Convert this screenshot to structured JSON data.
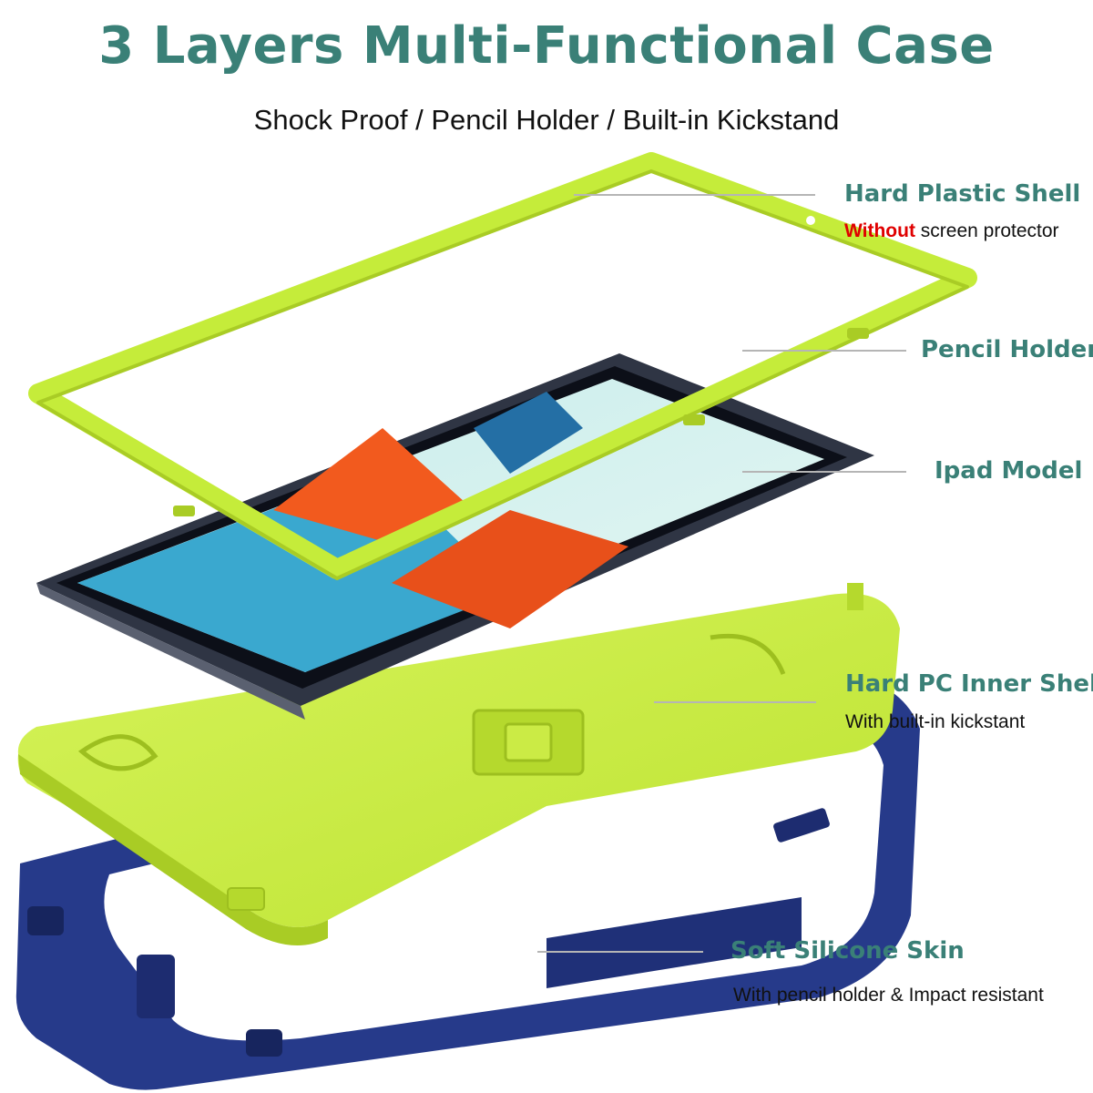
{
  "header": {
    "title": "3 Layers Multi-Functional Case",
    "subtitle": "Shock Proof / Pencil Holder / Built-in Kickstand"
  },
  "callouts": {
    "hard_plastic_shell": {
      "label": "Hard Plastic Shell",
      "note_warning": "Without",
      "note_rest": " screen protector"
    },
    "pencil_holder": {
      "label": "Pencil Holder"
    },
    "ipad_model": {
      "label": "Ipad Model"
    },
    "hard_pc_inner_shell": {
      "label": "Hard PC Inner Shell",
      "note": "With built-in kickstant"
    },
    "soft_silicone_skin": {
      "label": "Soft Silicone Skin",
      "note": "With pencil holder & Impact resistant"
    }
  },
  "colors": {
    "heading": "#3a8077",
    "warning": "#e00000",
    "lime": "#c5ec3a",
    "navy": "#263a8a",
    "tablet_body": "#2f3544"
  }
}
